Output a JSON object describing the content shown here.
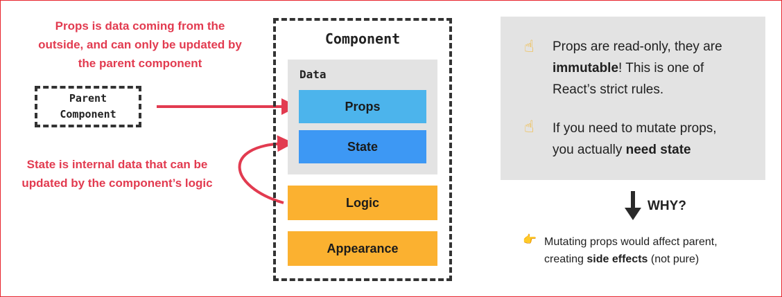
{
  "colors": {
    "accent_red": "#e23b50",
    "props_blue": "#4cb4ec",
    "state_blue": "#3d98f4",
    "logic_orange": "#fbb130",
    "panel_gray": "#e3e3e3"
  },
  "props_note": {
    "line1": "Props is data coming from the",
    "line2_bold1": "outside",
    "line2_mid": ", and can ",
    "line2_bold2": "only",
    "line2_end": " be updated by",
    "line3_start": "the ",
    "line3_bold": "parent component"
  },
  "state_note": {
    "line1_start": "State is ",
    "line1_bold": "internal",
    "line1_end": " data that can be",
    "line2_start": "updated by the ",
    "line2_bold": "component’s",
    "line2_end": " logic"
  },
  "parent": {
    "line1": "Parent",
    "line2": "Component"
  },
  "component": {
    "title": "Component",
    "data_label": "Data",
    "props_label": "Props",
    "state_label": "State",
    "logic_label": "Logic",
    "appearance_label": "Appearance"
  },
  "info": {
    "hand_icon": "pointing-up-icon",
    "hand_glyph": "☝",
    "item1": {
      "line1": "Props are read-only, they are",
      "line2_bold": "immutable",
      "line2_end": "! This is one of",
      "line3": "React’s strict rules."
    },
    "item2": {
      "line1": "If you need to mutate props,",
      "line2_start": "you actually ",
      "line2_bold": "need state"
    }
  },
  "why": {
    "label": "WHY?",
    "icon": "arrow-down-icon"
  },
  "footnote": {
    "icon": "pointing-right-icon",
    "glyph": "👉",
    "line1": "Mutating props would affect parent,",
    "line2_start": "creating ",
    "line2_bold": "side effects",
    "line2_end": " (not pure)"
  }
}
